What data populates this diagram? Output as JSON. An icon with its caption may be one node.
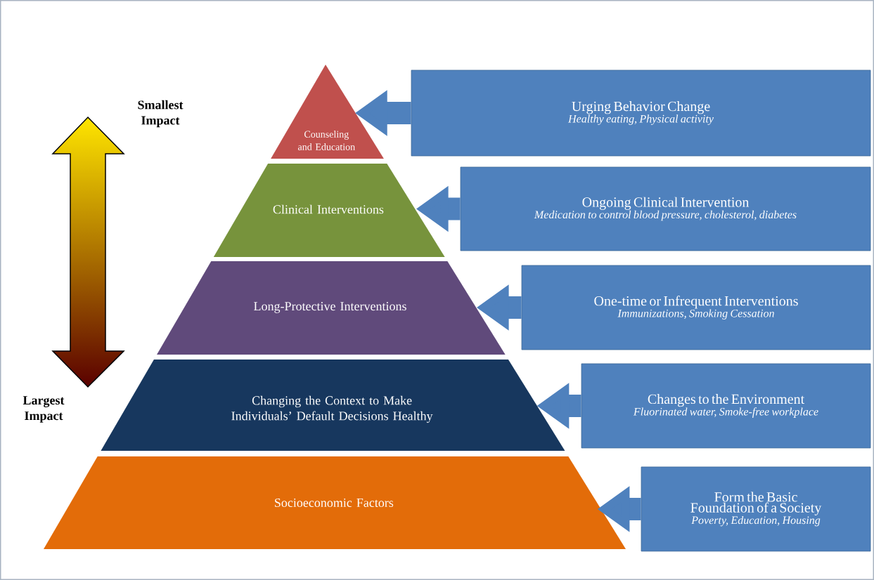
{
  "diagram": {
    "nodes": [
      {
        "text": [
          "Counseling and Education"
        ]
      },
      {
        "text": [
          "Urging Behavior Change",
          "Healthy eating, Physical activity"
        ]
      },
      {
        "text": [
          "Clinical Interventions"
        ]
      },
      {
        "text": [
          "Ongoing Clinical Intervention",
          "Medication to control blood pressure, cholesterol, diabetes"
        ]
      },
      {
        "text": [
          "Long-Protective Interventions"
        ]
      },
      {
        "text": [
          "One-time or Infrequent Interventions",
          "Immunizations, Smoking Cessation"
        ]
      },
      {
        "text": [
          "Changing the Context to Make Individuals’ Default Decisions Healthy"
        ]
      },
      {
        "text": [
          "Changes to the Environment",
          "Fluorinated water, Smoke-free workplace"
        ]
      },
      {
        "text": [
          "Socioeconomic Factors"
        ]
      },
      {
        "text": [
          "Form the Basic Foundation of a Society",
          "Poverty, Education, Housing"
        ]
      }
    ],
    "edges": [
      {
        "from": 1,
        "to": 0,
        "arrow": "to"
      },
      {
        "from": 3,
        "to": 2,
        "arrow": "to"
      },
      {
        "from": 5,
        "to": 4,
        "arrow": "to"
      },
      {
        "from": 7,
        "to": 6,
        "arrow": "to"
      },
      {
        "from": 9,
        "to": 8,
        "arrow": "to"
      }
    ],
    "labels": [
      "Smallest Impact",
      "Largest Impact"
    ]
  }
}
